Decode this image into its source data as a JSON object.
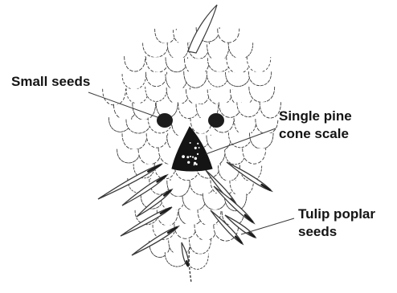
{
  "figure": {
    "labels": {
      "small_seeds": "Small seeds",
      "pine_cone_scale": [
        "Single pine",
        "cone scale"
      ],
      "tulip_poplar_seeds": [
        "Tulip poplar",
        "seeds"
      ]
    },
    "colors": {
      "ink": "#3a3a3a",
      "scale_fill": "#ffffff",
      "seed_fill": "#1c1c1c",
      "pine_scale_fill": "#141414"
    }
  }
}
